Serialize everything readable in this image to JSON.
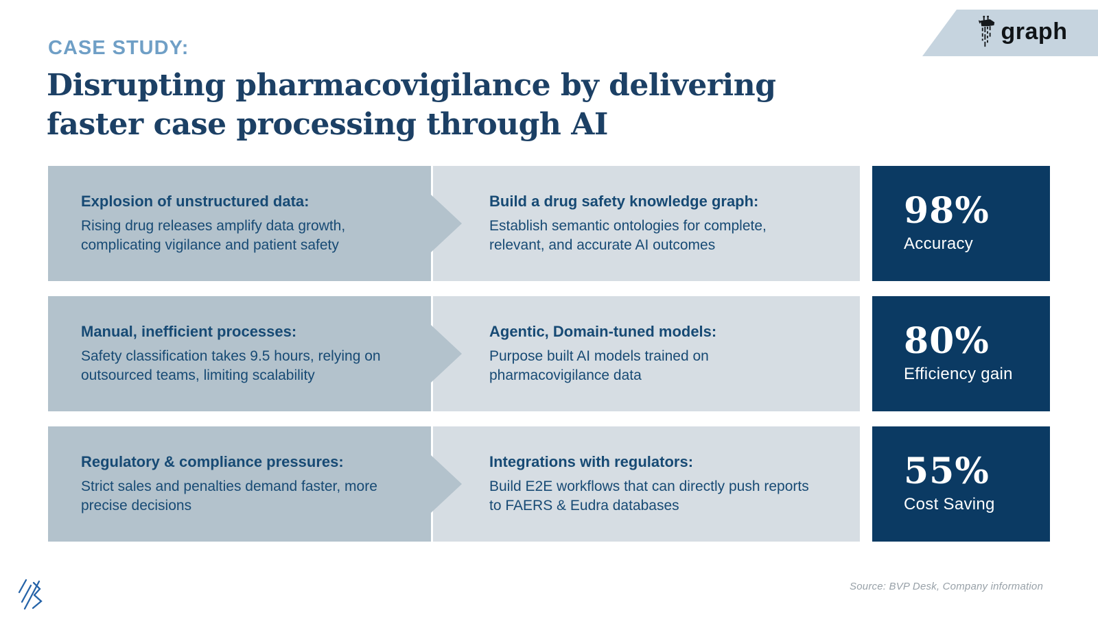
{
  "header": {
    "eyebrow": "CASE STUDY:",
    "title_line1": "Disrupting pharmacovigilance by delivering",
    "title_line2": "faster case processing through AI"
  },
  "brand": {
    "logo_text": "graph",
    "logo_icon": "giraffe-icon"
  },
  "rows": [
    {
      "problem": {
        "title": "Explosion of unstructured data:",
        "body": "Rising drug releases amplify data growth, complicating vigilance and patient safety"
      },
      "solution": {
        "title": "Build a drug safety knowledge graph:",
        "body": "Establish semantic ontologies for complete, relevant, and accurate AI outcomes"
      },
      "stat": {
        "value": "98%",
        "label": "Accuracy"
      }
    },
    {
      "problem": {
        "title": "Manual, inefficient processes:",
        "body": "Safety classification takes 9.5 hours, relying on outsourced teams, limiting scalability"
      },
      "solution": {
        "title": "Agentic, Domain-tuned models:",
        "body": "Purpose built AI models trained on pharmacovigilance data"
      },
      "stat": {
        "value": "80%",
        "label": "Efficiency gain"
      }
    },
    {
      "problem": {
        "title": "Regulatory & compliance pressures:",
        "body": "Strict sales and penalties demand faster, more precise decisions"
      },
      "solution": {
        "title": "Integrations with regulators:",
        "body": "Build E2E workflows that can directly push reports to FAERS & Eudra databases"
      },
      "stat": {
        "value": "55%",
        "label": "Cost Saving"
      }
    }
  ],
  "footer": {
    "source": "Source: BVP Desk, Company information",
    "footer_mark": "bvp-logo-mark"
  },
  "colors": {
    "eyebrow_blue": "#6f9fc6",
    "title_navy": "#1c4065",
    "problem_box": "#b3c2cc",
    "solution_box": "#d6dde3",
    "stat_box_navy": "#0b3a63",
    "box_text_navy": "#174a74",
    "ribbon_blue": "#c6d4df",
    "bvp_mark_blue": "#2563a8",
    "source_gray": "#98a1a8"
  }
}
